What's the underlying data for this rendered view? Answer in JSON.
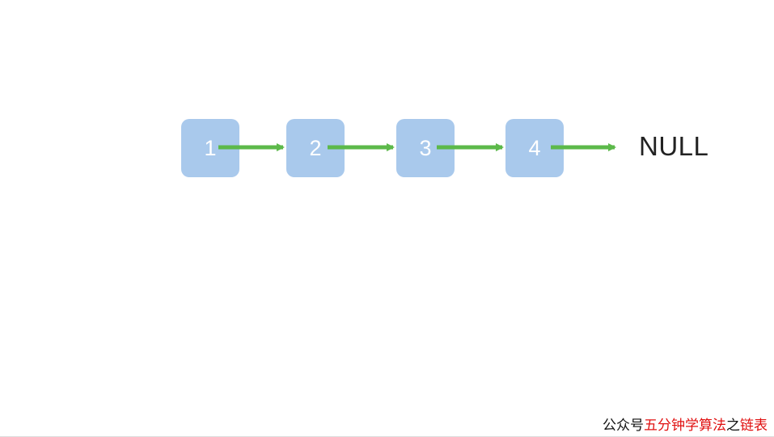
{
  "linked_list": {
    "nodes": [
      {
        "label": "1"
      },
      {
        "label": "2"
      },
      {
        "label": "3"
      },
      {
        "label": "4"
      }
    ],
    "terminal": "NULL",
    "node_color": "#a9c9ec",
    "arrow_color": "#5cb94a"
  },
  "footer": {
    "prefix": "公众号",
    "brand": "五分钟学算法",
    "joiner": "之",
    "topic": "链表",
    "highlight_color": "#e01010"
  }
}
